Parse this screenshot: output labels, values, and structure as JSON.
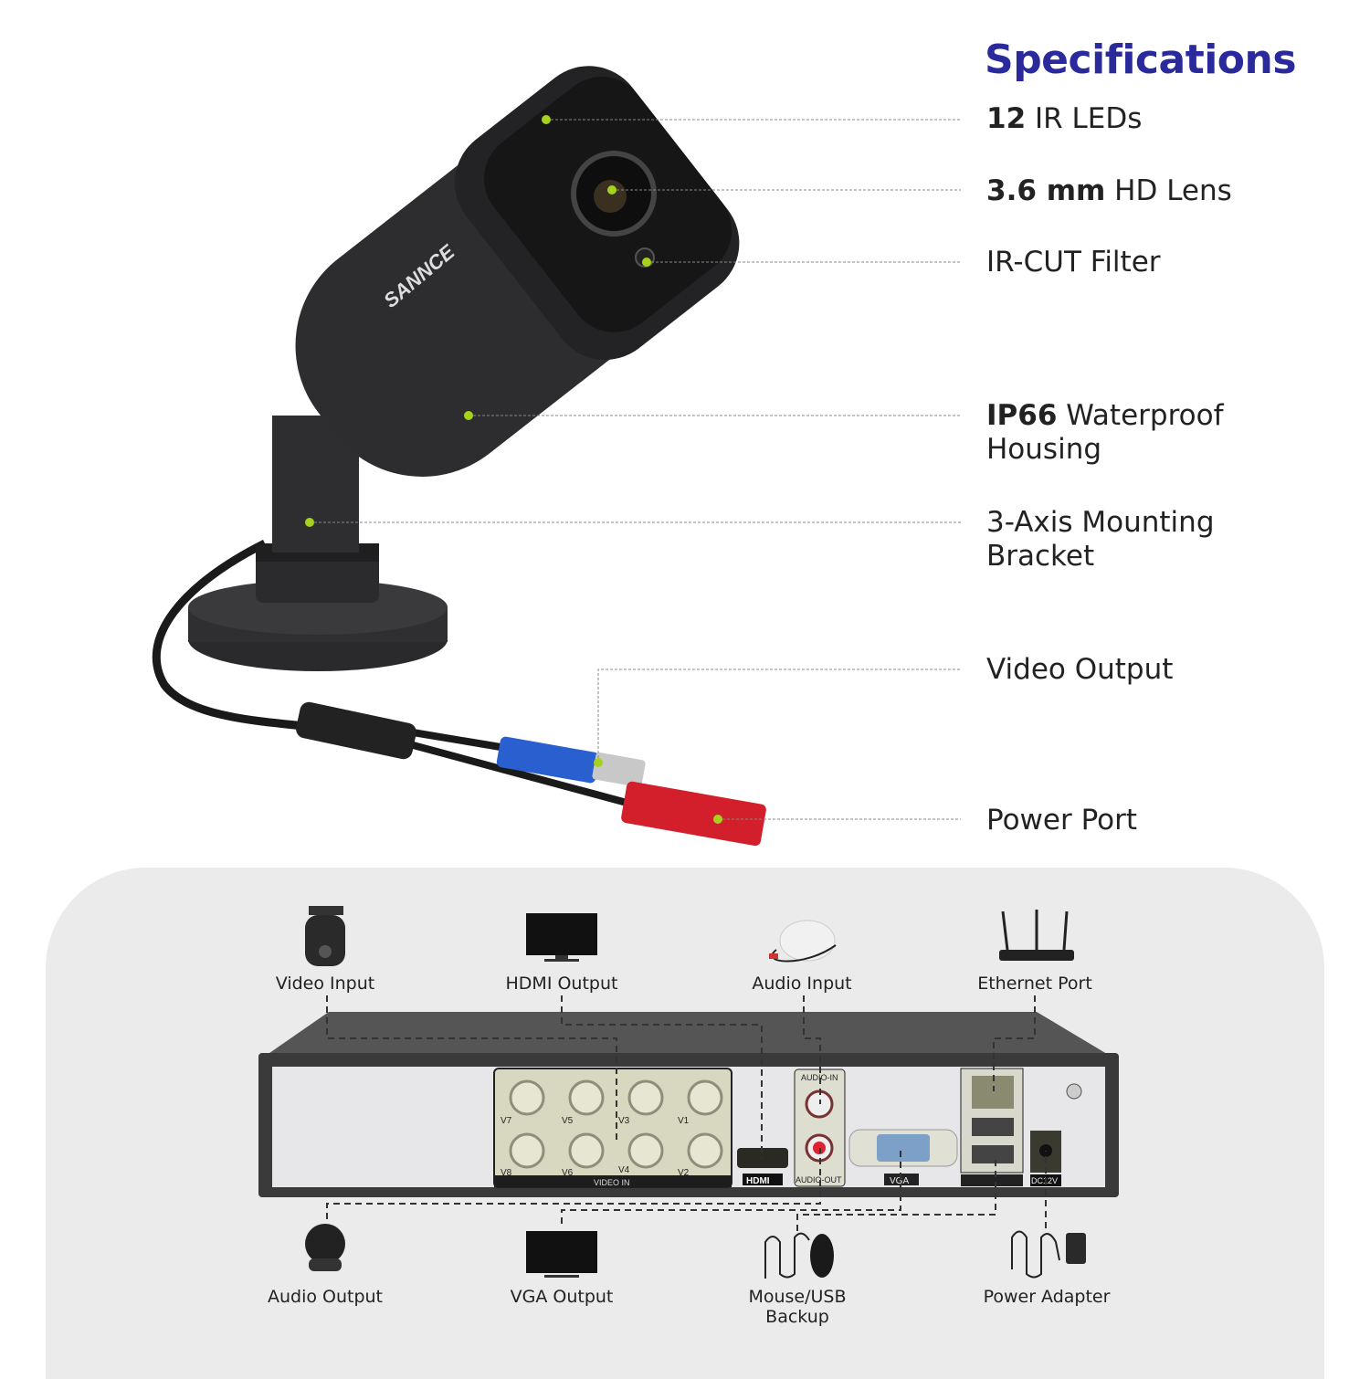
{
  "brand": "SANNCE",
  "title": "Specifications",
  "specs": [
    {
      "bold": "12",
      "text": " IR LEDs"
    },
    {
      "bold": "3.6 mm",
      "text": " HD Lens"
    },
    {
      "bold": "",
      "text": "IR-CUT Filter"
    },
    {
      "bold": "IP66",
      "text": " Waterproof",
      "text2": "Housing"
    },
    {
      "bold": "",
      "text": "3-Axis Mounting",
      "text2": "Bracket"
    },
    {
      "bold": "",
      "text": "Video Output"
    },
    {
      "bold": "",
      "text": "Power Port"
    }
  ],
  "connections_top": [
    "Video Input",
    "HDMI Output",
    "Audio Input",
    "Ethernet Port"
  ],
  "connections_bottom": [
    "Audio Output",
    "VGA Output",
    "Mouse/USB",
    "Backup",
    "Power Adapter"
  ],
  "dvr_ports": {
    "bnc": [
      "V7",
      "V5",
      "V3",
      "V1",
      "V8",
      "V6",
      "V4",
      "V2"
    ],
    "video_in": "VIDEO IN",
    "hdmi": "HDMI",
    "audio_in": "AUDIO-IN",
    "audio_out": "AUDIO-OUT",
    "vga": "VGA",
    "dc": "DC12V"
  },
  "colors": {
    "title": "#2b2a9c",
    "marker": "#a6d21c"
  }
}
